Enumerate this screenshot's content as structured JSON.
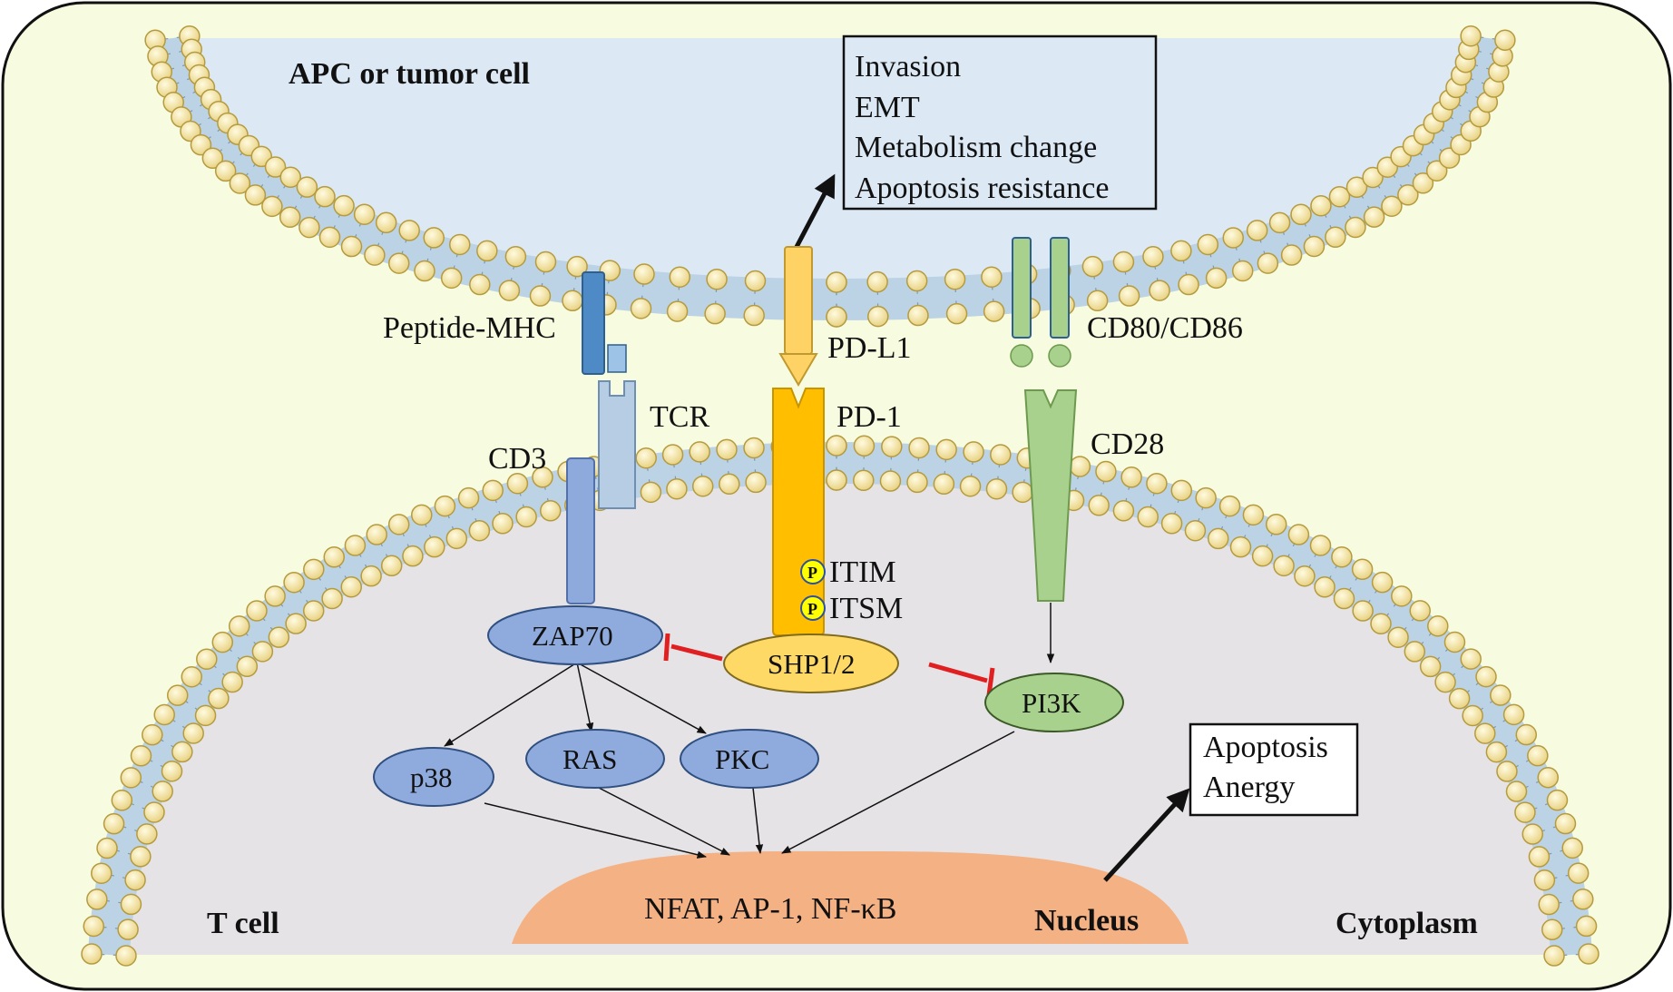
{
  "cells": {
    "apc": "APC or tumor cell",
    "tcell": "T cell",
    "cytoplasm": "Cytoplasm",
    "nucleus": "Nucleus"
  },
  "outcomes_top": [
    "Invasion",
    "EMT",
    "Metabolism change",
    "Apoptosis resistance"
  ],
  "outcomes_bottom": [
    "Apoptosis",
    "Anergy"
  ],
  "receptors": {
    "peptide_mhc": "Peptide-MHC",
    "tcr": "TCR",
    "cd3": "CD3",
    "pdl1": "PD-L1",
    "pd1": "PD-1",
    "cd80_cd86": "CD80/CD86",
    "cd28": "CD28"
  },
  "motifs": {
    "itim": "ITIM",
    "itsm": "ITSM",
    "phospho": "P"
  },
  "nodes": {
    "zap70": "ZAP70",
    "shp": "SHP1/2",
    "pi3k": "PI3K",
    "p38": "p38",
    "ras": "RAS",
    "pkc": "PKC"
  },
  "transcription_factors": "NFAT, AP-1, NF-κB",
  "colors": {
    "background": "#f7fbdf",
    "apc_interior": "#dce9f5",
    "tcell_interior": "#e5e3e6",
    "membrane_head": "#f7e79a",
    "membrane_core": "#bcd3e6",
    "mhc": "#4e8ac6",
    "tcr": "#b7cde3",
    "cd3": "#8ea9db",
    "pdl1": "#ffd266",
    "pd1": "#ffbf00",
    "cd80": "#a9d18e",
    "signaling_blue": "#8faadc",
    "shp": "#ffd966",
    "pi3k": "#a9d18e",
    "nucleus": "#f4b183",
    "inhibition": "#e02020"
  }
}
